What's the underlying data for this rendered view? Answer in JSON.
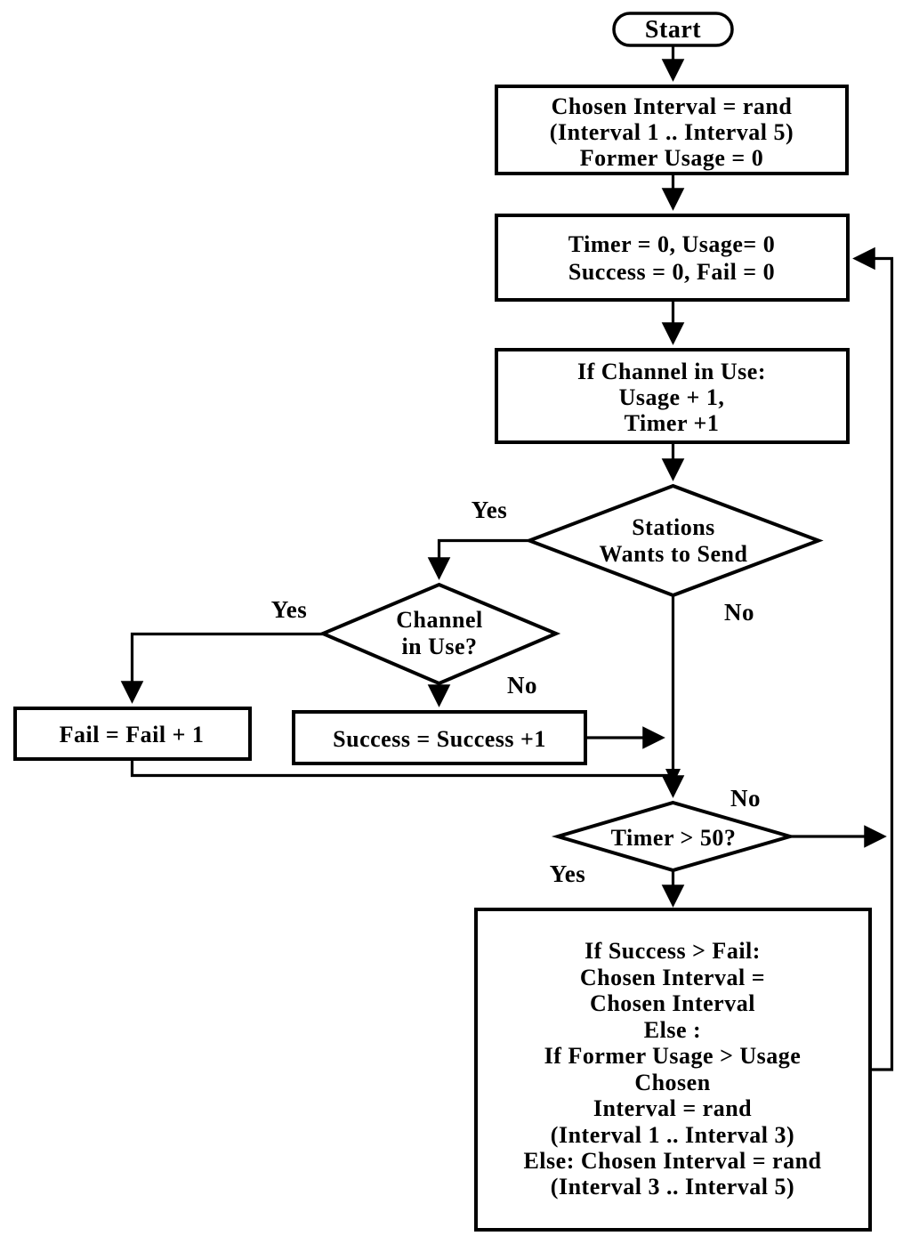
{
  "nodes": {
    "start": {
      "label": "Start"
    },
    "init": {
      "lines": [
        "Chosen Interval = rand",
        "(Interval 1 .. Interval 5)",
        "Former Usage = 0"
      ]
    },
    "reset": {
      "lines": [
        "Timer = 0, Usage= 0",
        "Success = 0, Fail = 0"
      ]
    },
    "channel_use": {
      "lines": [
        "If Channel in Use:",
        "Usage + 1,",
        "Timer +1"
      ]
    },
    "stations": {
      "lines": [
        "Stations",
        "Wants to Send"
      ]
    },
    "channel": {
      "lines": [
        "Channel",
        "in Use?"
      ]
    },
    "fail": {
      "label": "Fail = Fail + 1"
    },
    "success": {
      "label": "Success = Success +1"
    },
    "timer": {
      "label": "Timer > 50?"
    },
    "update": {
      "lines": [
        "If Success > Fail:",
        "Chosen Interval =",
        "Chosen Interval",
        "Else :",
        "If Former Usage > Usage",
        "Chosen",
        "Interval = rand",
        "(Interval 1 .. Interval 3)",
        "Else: Chosen Interval = rand",
        "(Interval 3 .. Interval 5)"
      ]
    }
  },
  "branch_labels": {
    "stations_yes": "Yes",
    "stations_no": "No",
    "channel_yes": "Yes",
    "channel_no": "No",
    "timer_yes": "Yes",
    "timer_no": "No"
  },
  "colors": {
    "line": "#000000",
    "background": "#ffffff",
    "node_fill": "#ffffff"
  }
}
